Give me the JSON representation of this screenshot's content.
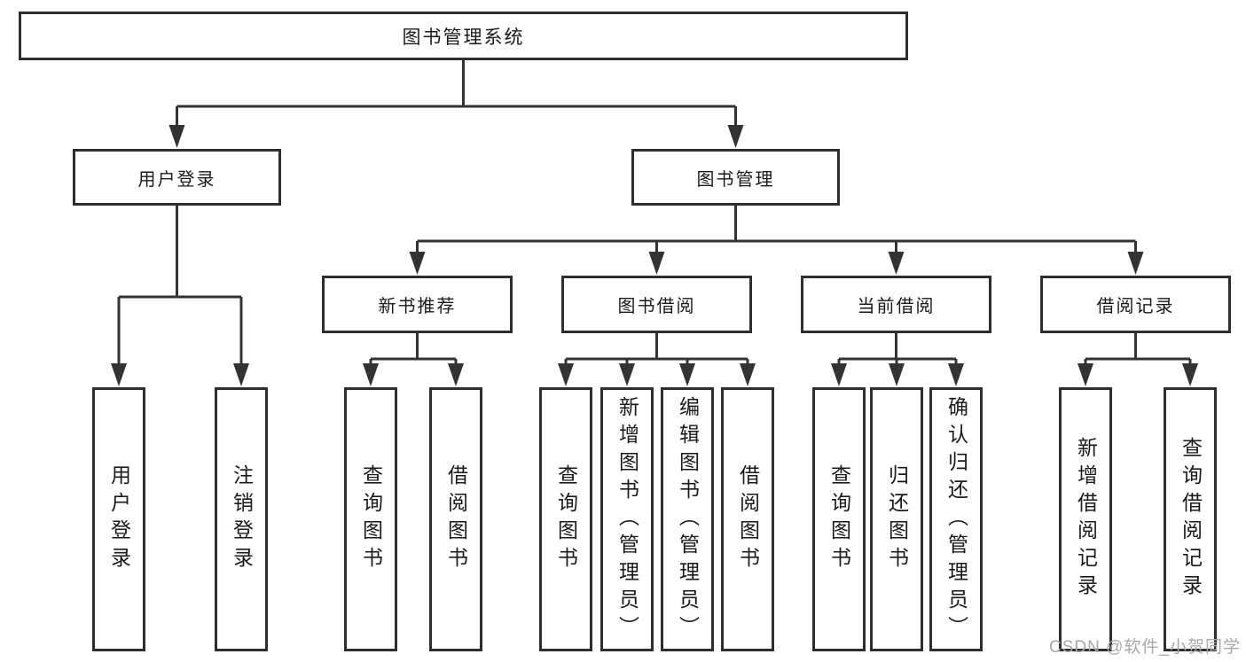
{
  "diagram": {
    "type": "hierarchy-tree",
    "root": {
      "label": "图书管理系统"
    },
    "level2": [
      {
        "id": "user-login",
        "label": "用户登录",
        "parent": "图书管理系统"
      },
      {
        "id": "book-management",
        "label": "图书管理",
        "parent": "图书管理系统"
      }
    ],
    "level3": [
      {
        "id": "new-book-recommend",
        "label": "新书推荐",
        "parent": "图书管理"
      },
      {
        "id": "book-borrow",
        "label": "图书借阅",
        "parent": "图书管理"
      },
      {
        "id": "current-borrow",
        "label": "当前借阅",
        "parent": "图书管理"
      },
      {
        "id": "borrow-records",
        "label": "借阅记录",
        "parent": "图书管理"
      }
    ],
    "leaves": [
      {
        "label": "用户登录",
        "parent": "用户登录"
      },
      {
        "label": "注销登录",
        "parent": "用户登录"
      },
      {
        "label": "查询图书",
        "parent": "新书推荐"
      },
      {
        "label": "借阅图书",
        "parent": "新书推荐"
      },
      {
        "label": "查询图书",
        "parent": "图书借阅"
      },
      {
        "label": "新增图书（管理员）",
        "parent": "图书借阅"
      },
      {
        "label": "编辑图书（管理员）",
        "parent": "图书借阅"
      },
      {
        "label": "借阅图书",
        "parent": "图书借阅"
      },
      {
        "label": "查询图书",
        "parent": "当前借阅"
      },
      {
        "label": "归还图书",
        "parent": "当前借阅"
      },
      {
        "label": "确认归还（管理员）",
        "parent": "当前借阅"
      },
      {
        "label": "新增借阅记录",
        "parent": "借阅记录"
      },
      {
        "label": "查询借阅记录",
        "parent": "借阅记录"
      }
    ],
    "watermark": "CSDN @软件_小贺同学",
    "colors": {
      "background": "#ffffff",
      "line": "#333333",
      "box_border": "#2e2e2e",
      "text": "#1a1a1a",
      "watermark": "#a8a8a8"
    }
  }
}
